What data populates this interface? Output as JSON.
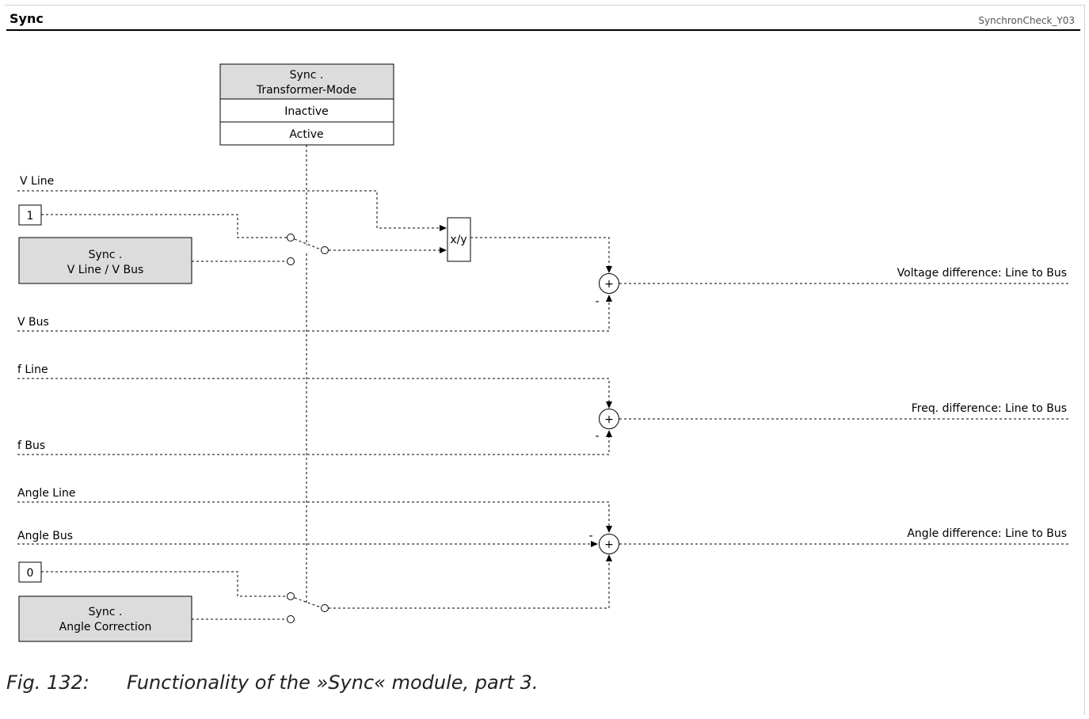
{
  "header": {
    "title": "Sync",
    "id": "SynchronCheck_Y03"
  },
  "mode_table": {
    "title_line1": "Sync .",
    "title_line2": "Transformer-Mode",
    "option_1": "Inactive",
    "option_2": "Active"
  },
  "inputs": {
    "v_line": "V Line",
    "const_one": "1",
    "ratio_line1": "Sync .",
    "ratio_line2": "V Line / V Bus",
    "v_bus": "V Bus",
    "f_line": "f Line",
    "f_bus": "f Bus",
    "angle_line": "Angle Line",
    "angle_bus": "Angle Bus",
    "const_zero": "0",
    "angle_corr_line1": "Sync .",
    "angle_corr_line2": "Angle Correction"
  },
  "blocks": {
    "divider": "x/y",
    "sum_symbol": "+",
    "minus_sign": "-"
  },
  "outputs": {
    "voltage_diff": "Voltage difference: Line to Bus",
    "freq_diff": "Freq. difference: Line to Bus",
    "angle_diff": "Angle difference: Line to Bus"
  },
  "caption": {
    "number": "Fig. 132:",
    "text": "Functionality of the »Sync« module, part 3."
  }
}
